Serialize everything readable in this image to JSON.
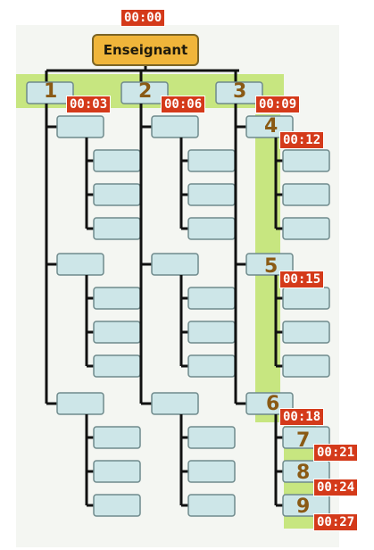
{
  "root": {
    "label": "Enseignant",
    "time": "00:00"
  },
  "markers": [
    {
      "num": "1",
      "time": "00:03"
    },
    {
      "num": "2",
      "time": "00:06"
    },
    {
      "num": "3",
      "time": "00:09"
    },
    {
      "num": "4",
      "time": "00:12"
    },
    {
      "num": "5",
      "time": "00:15"
    },
    {
      "num": "6",
      "time": "00:18"
    },
    {
      "num": "7",
      "time": "00:21"
    },
    {
      "num": "8",
      "time": "00:24"
    },
    {
      "num": "9",
      "time": "00:27"
    }
  ],
  "colors": {
    "root_fill": "#f0b53a",
    "node_fill": "#cde6e8",
    "node_border": "#6f8a8c",
    "highlight": "#b8e05a",
    "timestamp_bg": "#d43a1a",
    "number_color": "#8a5a14",
    "line": "#111111"
  }
}
